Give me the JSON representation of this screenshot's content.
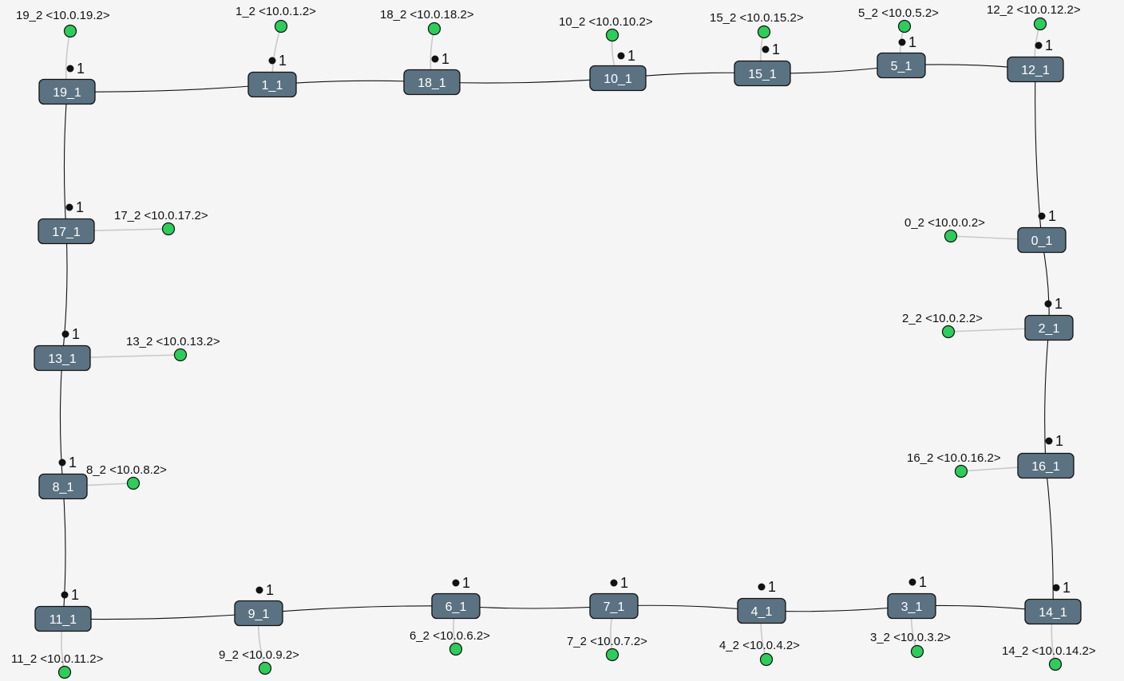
{
  "port_label": "1",
  "colors": {
    "router_fill": "#5b7282",
    "host_fill": "#2ecc5a",
    "link": "#111111",
    "host_link": "#c9c9c9",
    "background": "#f5f5f5"
  },
  "routers": [
    {
      "id": "19_1"
    },
    {
      "id": "1_1"
    },
    {
      "id": "18_1"
    },
    {
      "id": "10_1"
    },
    {
      "id": "15_1"
    },
    {
      "id": "5_1"
    },
    {
      "id": "12_1"
    },
    {
      "id": "17_1"
    },
    {
      "id": "13_1"
    },
    {
      "id": "8_1"
    },
    {
      "id": "11_1"
    },
    {
      "id": "0_1"
    },
    {
      "id": "2_1"
    },
    {
      "id": "16_1"
    },
    {
      "id": "14_1"
    },
    {
      "id": "9_1"
    },
    {
      "id": "6_1"
    },
    {
      "id": "7_1"
    },
    {
      "id": "4_1"
    },
    {
      "id": "3_1"
    }
  ],
  "hosts": [
    {
      "id": "19_2",
      "label": "19_2 <10.0.19.2>",
      "router": "19_1"
    },
    {
      "id": "1_2",
      "label": "1_2 <10.0.1.2>",
      "router": "1_1"
    },
    {
      "id": "18_2",
      "label": "18_2 <10.0.18.2>",
      "router": "18_1"
    },
    {
      "id": "10_2",
      "label": "10_2 <10.0.10.2>",
      "router": "10_1"
    },
    {
      "id": "15_2",
      "label": "15_2 <10.0.15.2>",
      "router": "15_1"
    },
    {
      "id": "5_2",
      "label": "5_2 <10.0.5.2>",
      "router": "5_1"
    },
    {
      "id": "12_2",
      "label": "12_2 <10.0.12.2>",
      "router": "12_1"
    },
    {
      "id": "17_2",
      "label": "17_2 <10.0.17.2>",
      "router": "17_1"
    },
    {
      "id": "13_2",
      "label": "13_2 <10.0.13.2>",
      "router": "13_1"
    },
    {
      "id": "8_2",
      "label": "8_2 <10.0.8.2>",
      "router": "8_1"
    },
    {
      "id": "11_2",
      "label": "11_2 <10.0.11.2>",
      "router": "11_1"
    },
    {
      "id": "0_2",
      "label": "0_2 <10.0.0.2>",
      "router": "0_1"
    },
    {
      "id": "2_2",
      "label": "2_2 <10.0.2.2>",
      "router": "2_1"
    },
    {
      "id": "16_2",
      "label": "16_2 <10.0.16.2>",
      "router": "16_1"
    },
    {
      "id": "14_2",
      "label": "14_2 <10.0.14.2>",
      "router": "14_1"
    },
    {
      "id": "9_2",
      "label": "9_2 <10.0.9.2>",
      "router": "9_1"
    },
    {
      "id": "6_2",
      "label": "6_2 <10.0.6.2>",
      "router": "6_1"
    },
    {
      "id": "7_2",
      "label": "7_2 <10.0.7.2>",
      "router": "7_1"
    },
    {
      "id": "4_2",
      "label": "4_2 <10.0.4.2>",
      "router": "4_1"
    },
    {
      "id": "3_2",
      "label": "3_2 <10.0.3.2>",
      "router": "3_1"
    }
  ],
  "links": [
    [
      "19_1",
      "1_1"
    ],
    [
      "1_1",
      "18_1"
    ],
    [
      "18_1",
      "10_1"
    ],
    [
      "10_1",
      "15_1"
    ],
    [
      "15_1",
      "5_1"
    ],
    [
      "5_1",
      "12_1"
    ],
    [
      "12_1",
      "0_1"
    ],
    [
      "0_1",
      "2_1"
    ],
    [
      "2_1",
      "16_1"
    ],
    [
      "16_1",
      "14_1"
    ],
    [
      "14_1",
      "3_1"
    ],
    [
      "3_1",
      "4_1"
    ],
    [
      "4_1",
      "7_1"
    ],
    [
      "7_1",
      "6_1"
    ],
    [
      "6_1",
      "9_1"
    ],
    [
      "9_1",
      "11_1"
    ],
    [
      "11_1",
      "8_1"
    ],
    [
      "8_1",
      "13_1"
    ],
    [
      "13_1",
      "17_1"
    ],
    [
      "17_1",
      "19_1"
    ]
  ]
}
